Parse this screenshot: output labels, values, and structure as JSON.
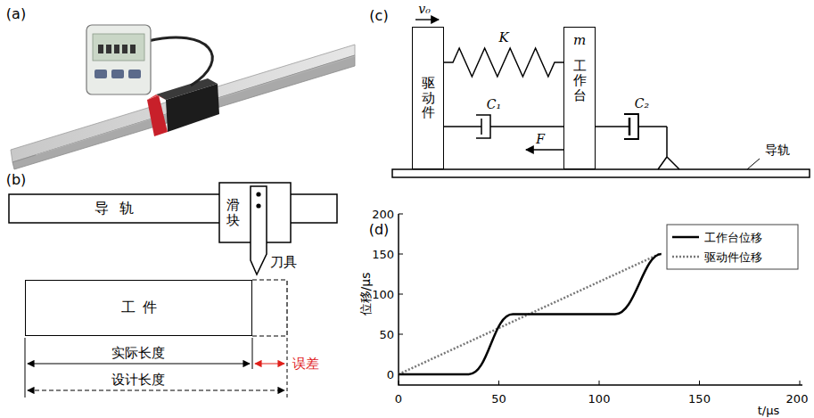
{
  "diagram": {
    "nodes": [
      {
        "text": [
          "导轨"
        ]
      },
      {
        "text": [
          "滑块"
        ]
      },
      {
        "text": [
          "工件"
        ]
      },
      {
        "text": [
          "驱动件"
        ]
      },
      {
        "text": [
          "m",
          "工作台"
        ]
      }
    ],
    "edges": [
      {
        "from": 3,
        "to": 4,
        "arrow": "none",
        "label": "K"
      },
      {
        "from": 3,
        "to": 4,
        "arrow": "none",
        "label": "C₁"
      }
    ],
    "labels": [
      "(a)",
      "(b)",
      "刀具",
      "实际长度",
      "误差",
      "设计长度",
      "(c)",
      "v₀",
      "F",
      "C₂",
      "导轨",
      "(d)",
      "200",
      "150",
      "100",
      "50",
      "0",
      "0",
      "50",
      "100",
      "150",
      "200",
      "位移/μs",
      "t/μs"
    ],
    "legend": [
      {
        "text": "工作台位移"
      },
      {
        "text": "驱动件位移"
      }
    ]
  }
}
